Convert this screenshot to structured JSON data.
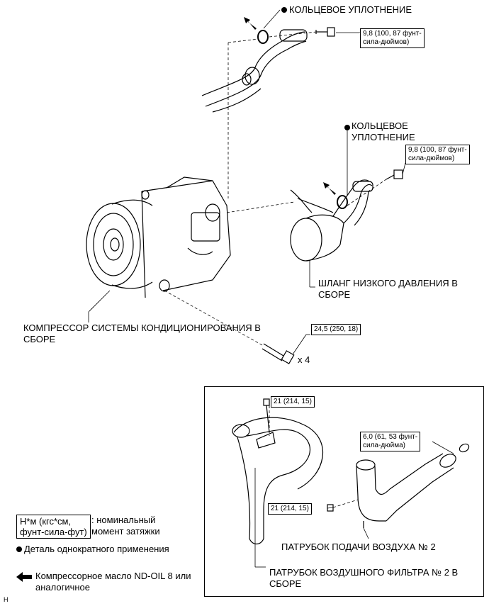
{
  "labels": {
    "oring_top": "КОЛЬЦЕВОЕ УПЛОТНЕНИЕ",
    "oring_mid_line1": "КОЛЬЦЕВОЕ",
    "oring_mid_line2": "УПЛОТНЕНИЕ",
    "hose_line1": "ШЛАНГ НИЗКОГО ДАВЛЕНИЯ В",
    "hose_line2": "СБОРЕ",
    "compressor_line1": "КОМПРЕССОР СИСТЕМЫ КОНДИЦИОНИРОВАНИЯ В",
    "compressor_line2": "СБОРЕ",
    "bolt_qty": "x 4",
    "inlet2": "ПАТРУБОК ПОДАЧИ ВОЗДУХА № 2",
    "filter2_line1": "ПАТРУБОК ВОЗДУШНОГО ФИЛЬТРА № 2 В",
    "filter2_line2": "СБОРЕ"
  },
  "torques": {
    "t1_line1": "9,8 (100, 87 фунт-",
    "t1_line2": "сила-дюймов)",
    "t2_line1": "9,8 (100, 87 фунт-",
    "t2_line2": "сила-дюймов)",
    "t3": "24,5 (250, 18)",
    "t4": "21 (214, 15)",
    "t5_line1": "6,0 (61, 53 фунт-",
    "t5_line2": "сила-дюйма)",
    "t6": "21 (214, 15)"
  },
  "legend": {
    "box_line1": "Н*м (кгс*см,",
    "box_line2": "фунт-сила-фут)",
    "box_desc_line1": ": номинальный",
    "box_desc_line2": "момент затяжки",
    "dot_desc": "Деталь однократного применения",
    "arrow_desc_line1": "Компрессорное масло ND-OIL 8 или",
    "arrow_desc_line2": "аналогичное"
  },
  "corner_code": "H",
  "icons": [
    "bullet-dot-icon",
    "oil-arrow-icon"
  ]
}
